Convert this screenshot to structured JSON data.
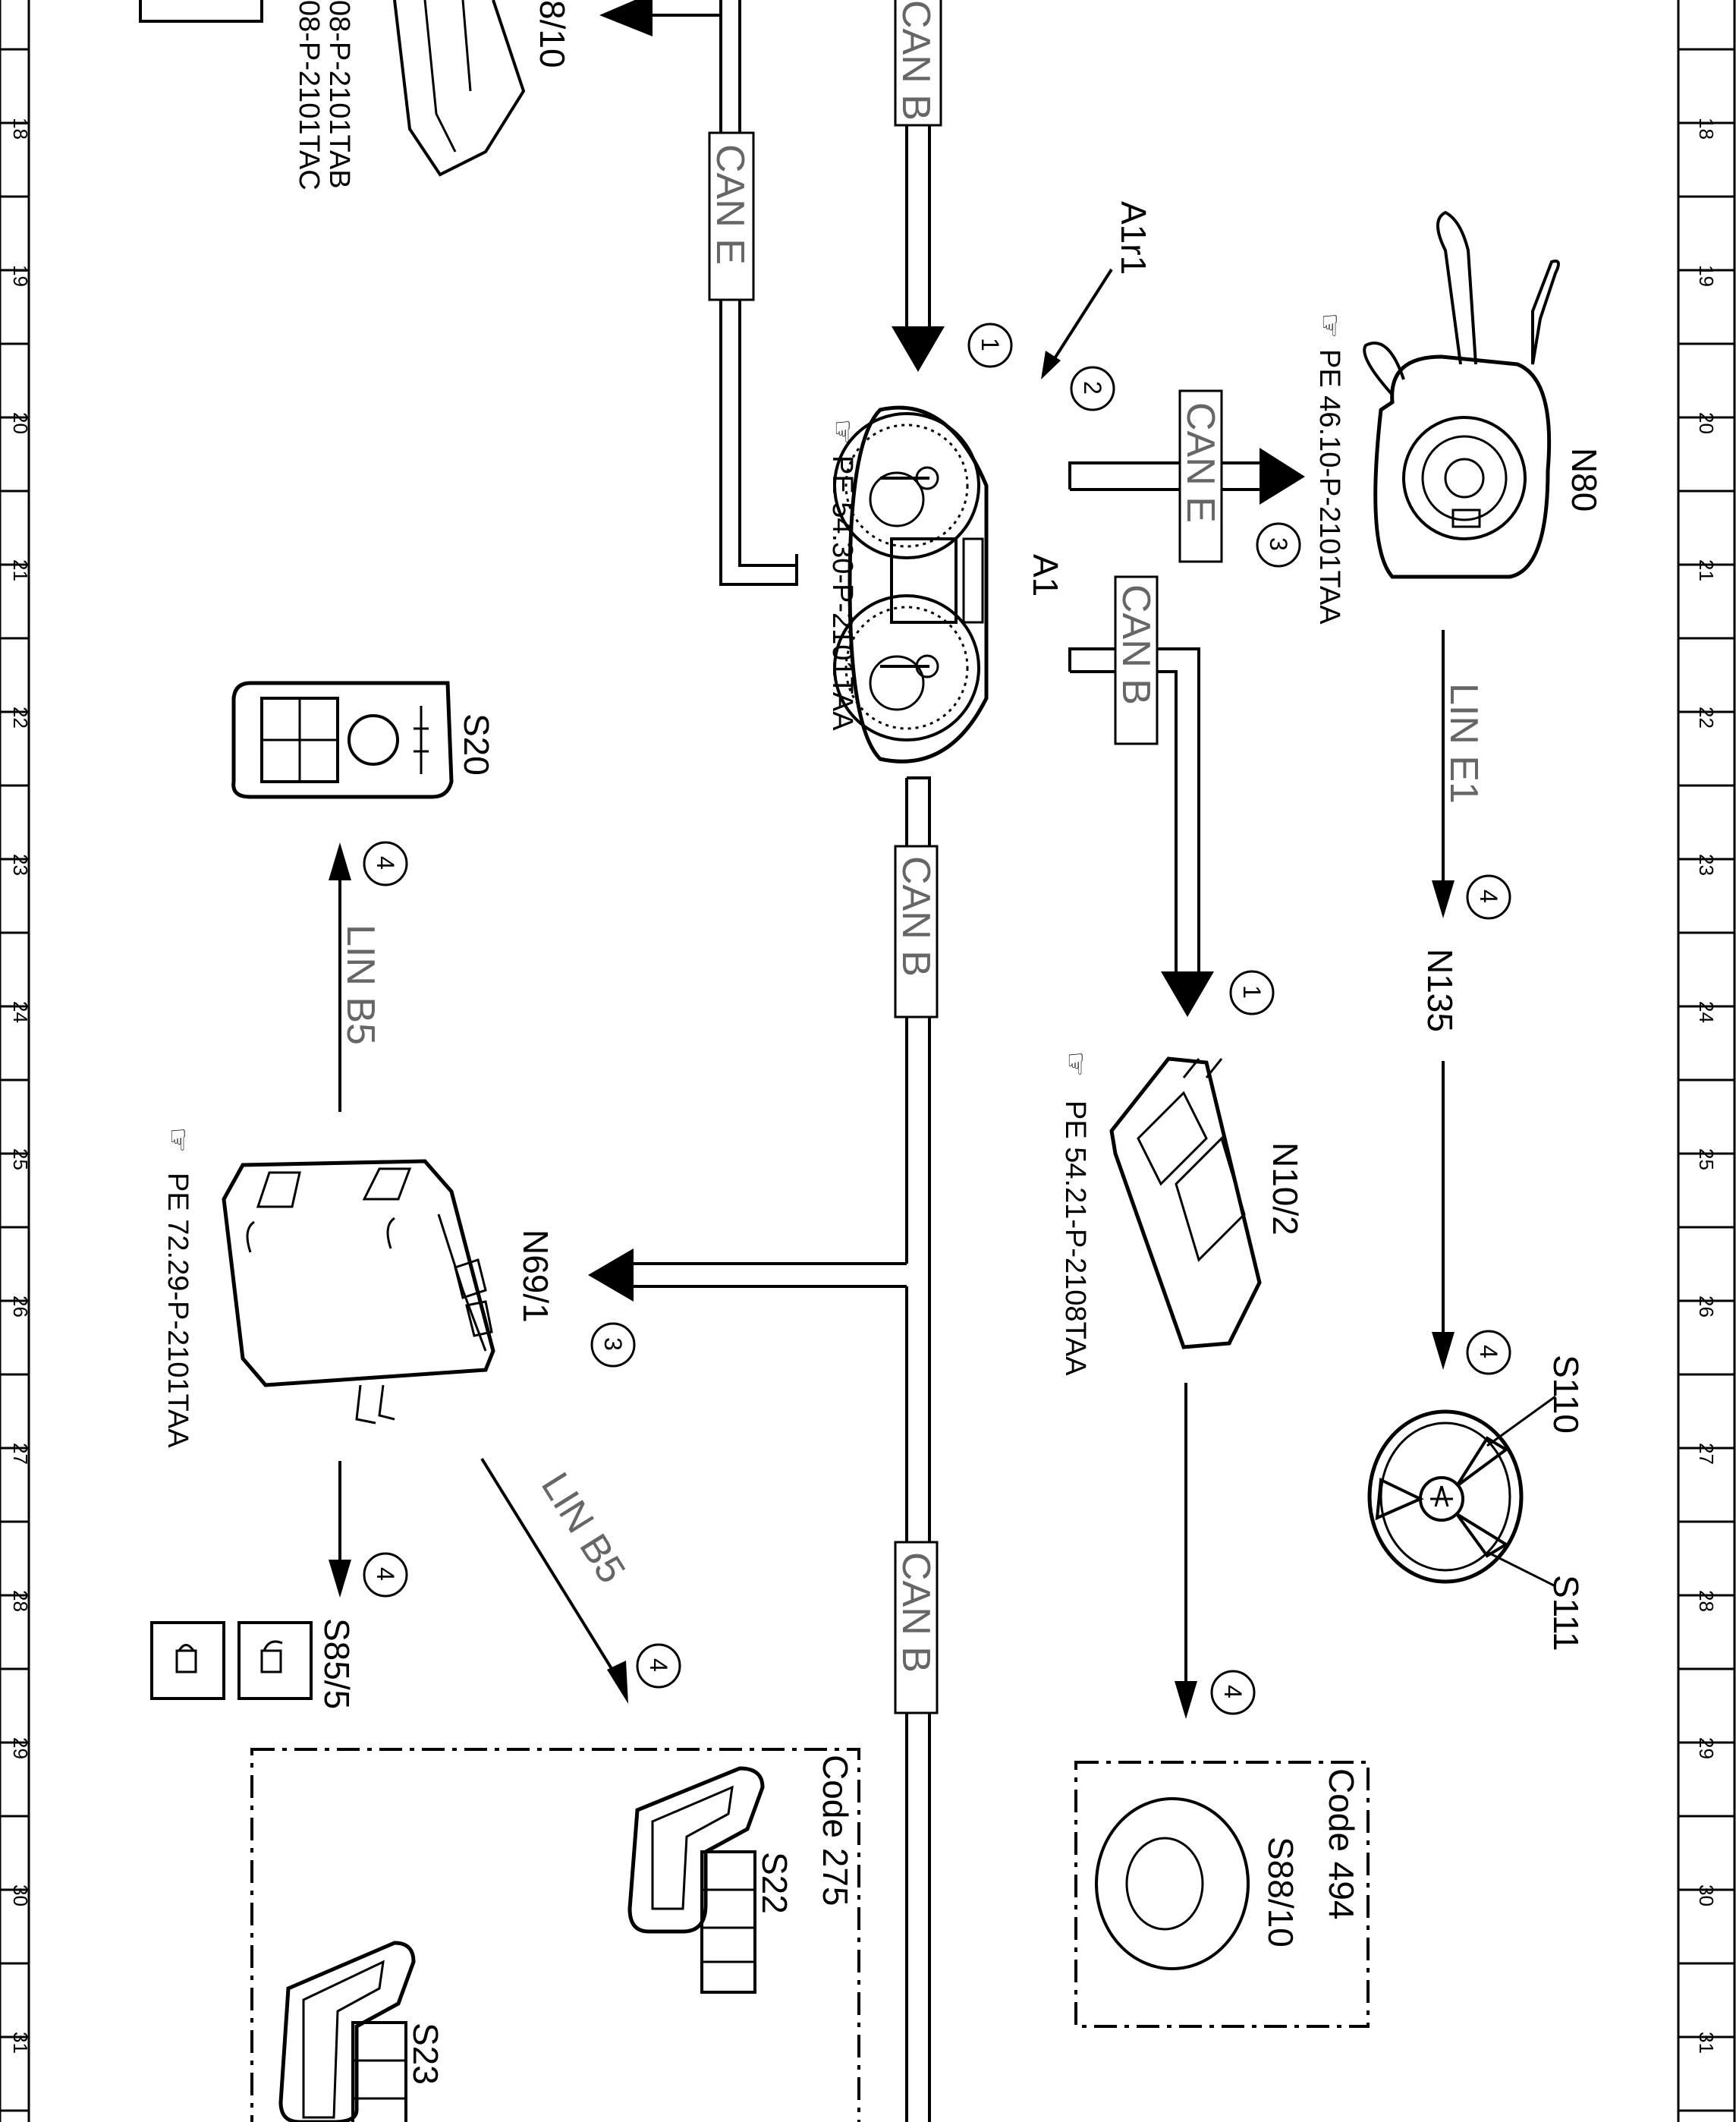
{
  "ruler": {
    "numbers": [
      "18",
      "19",
      "20",
      "21",
      "22",
      "23",
      "24",
      "25",
      "26",
      "27",
      "28",
      "29",
      "30",
      "31"
    ]
  },
  "buses": {
    "can_b_top": "CAN B",
    "can_e_left": "CAN E",
    "can_e_right": "CAN E",
    "can_b_right": "CAN B",
    "can_b_mid": "CAN B",
    "can_b_bottom": "CAN B",
    "lin_e1": "LIN E1",
    "lin_b5_upper": "LIN B5",
    "lin_b5_lower": "LIN B5"
  },
  "components": {
    "a1": {
      "label": "A1",
      "ref": "PE 54.30-P-2101TAA"
    },
    "a1r1": {
      "label": "A1r1"
    },
    "n80": {
      "label": "N80",
      "ref": "PE 46.10-P-2101TAA"
    },
    "n135": {
      "label": "N135"
    },
    "n10_2": {
      "label": "N10/2",
      "ref": "PE 54.21-P-2108TAA"
    },
    "n69_1": {
      "label": "N69/1",
      "ref": "PE 72.29-P-2101TAA"
    },
    "s20": {
      "label": "S20"
    },
    "s110": {
      "label": "S110"
    },
    "s111": {
      "label": "S111"
    },
    "s85_5": {
      "label": "S85/5"
    },
    "s88_10": {
      "label": "S88/10",
      "code": "Code 494"
    },
    "s22": {
      "label": "S22",
      "code": "Code 275"
    },
    "s23": {
      "label": "S23"
    },
    "top_partial": {
      "label": "8/10",
      "ref1": "08-P-2101TAB",
      "ref2": "08-P-2101TAC"
    }
  },
  "markers": {
    "m1": "1",
    "m2": "2",
    "m3": "3",
    "m4": "4"
  }
}
